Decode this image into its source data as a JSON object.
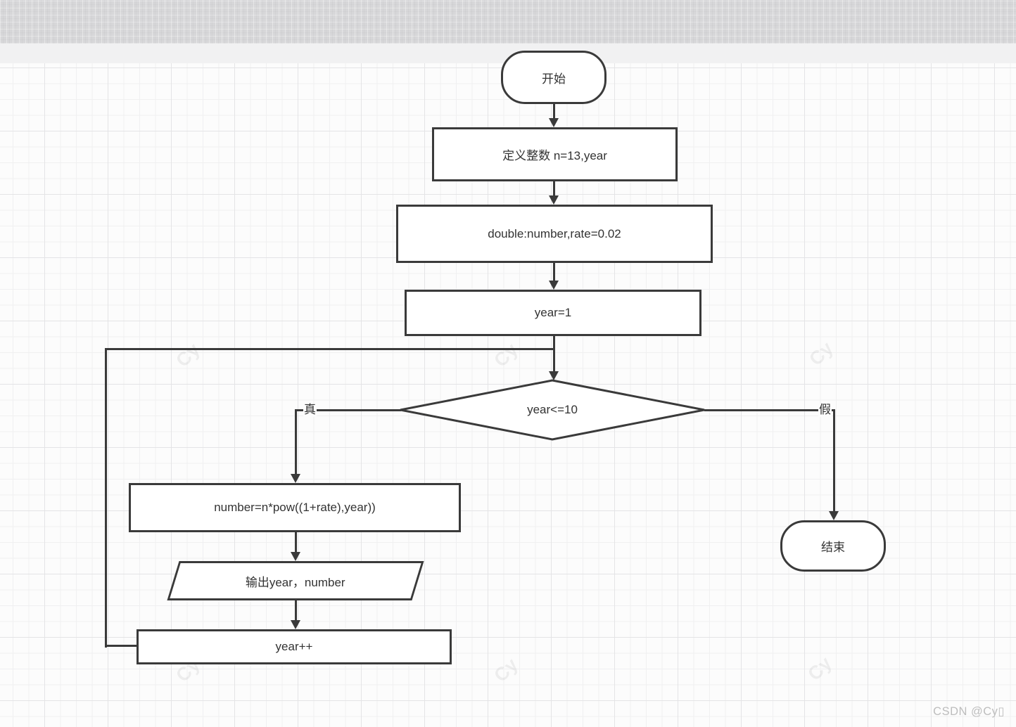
{
  "diagram": {
    "nodes": {
      "start": {
        "label": "开始"
      },
      "declare_int": {
        "label": "定义整数 n=13,year"
      },
      "declare_double": {
        "label": "double:number,rate=0.02"
      },
      "init_year": {
        "label": "year=1"
      },
      "condition": {
        "label": "year<=10"
      },
      "compute": {
        "label": "number=n*pow((1+rate),year))"
      },
      "output": {
        "label": "输出year，number"
      },
      "increment": {
        "label": "year++"
      },
      "end": {
        "label": "结束"
      }
    },
    "edge_labels": {
      "true_label": "真",
      "false_label": "假"
    }
  },
  "watermark": {
    "tile": "Cy",
    "credit": "CSDN @Cy▯"
  },
  "colors": {
    "stroke": "#3a3a3a",
    "text": "#333333",
    "canvas": "#fcfcfc",
    "grid_minor": "#f0f0f1",
    "grid_major": "#e4e4e6",
    "topbar": "#d7d7d9",
    "subbar": "#f1f1f2"
  }
}
